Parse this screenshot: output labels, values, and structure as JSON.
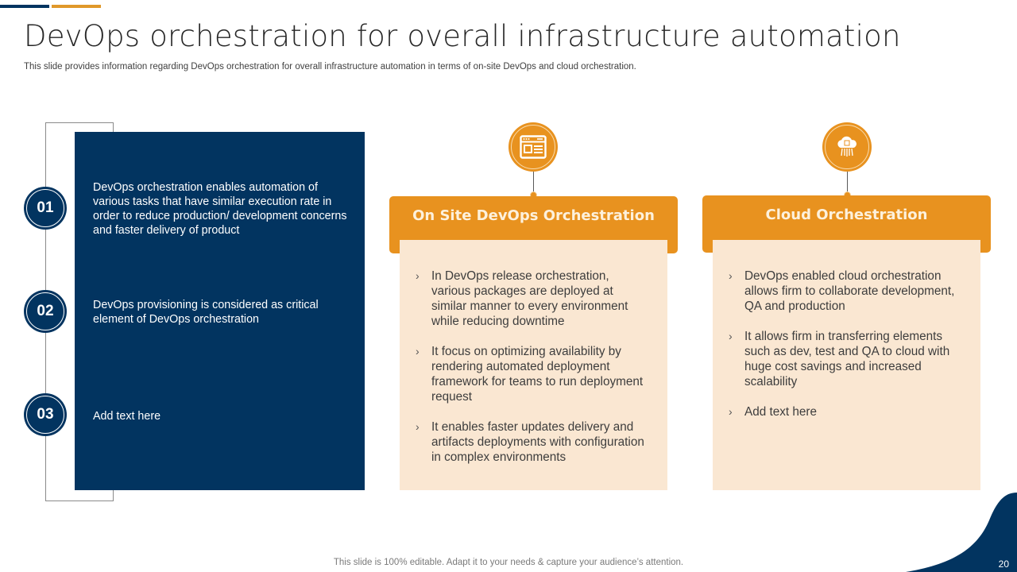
{
  "slide": {
    "title": "DevOps orchestration for overall infrastructure automation",
    "subtitle": "This slide provides information regarding DevOps orchestration for overall infrastructure automation in terms of on-site DevOps and cloud orchestration.",
    "footer_note": "This slide is 100% editable. Adapt it to your needs & capture your audience’s attention.",
    "page_number": "20",
    "colors": {
      "navy": "#023460",
      "orange": "#E8921F",
      "gold": "#E0982A",
      "peach": "#FAE7D2"
    }
  },
  "left_panel": {
    "items": [
      {
        "number": "01",
        "text": "DevOps orchestration enables automation of various tasks that have similar execution rate in order to reduce production/ development concerns and faster delivery of product"
      },
      {
        "number": "02",
        "text": "DevOps provisioning is considered as critical element of DevOps orchestration"
      },
      {
        "number": "03",
        "text": "Add text here"
      }
    ]
  },
  "cards": [
    {
      "icon": "browser-window-icon",
      "title": "On Site DevOps Orchestration",
      "bullets": [
        "In DevOps release orchestration, various packages are deployed at similar manner to every environment while reducing downtime",
        "It focus on optimizing availability by rendering automated deployment framework for teams to run deployment request",
        "It enables faster updates delivery and artifacts deployments with configuration in complex environments"
      ]
    },
    {
      "icon": "cloud-computing-icon",
      "title": "Cloud Orchestration",
      "bullets": [
        "DevOps enabled cloud orchestration allows firm to collaborate development, QA and production",
        "It allows firm in transferring elements such as dev, test and QA to cloud with huge cost savings and increased scalability",
        "Add text here"
      ]
    }
  ],
  "bullet_glyph": "›"
}
